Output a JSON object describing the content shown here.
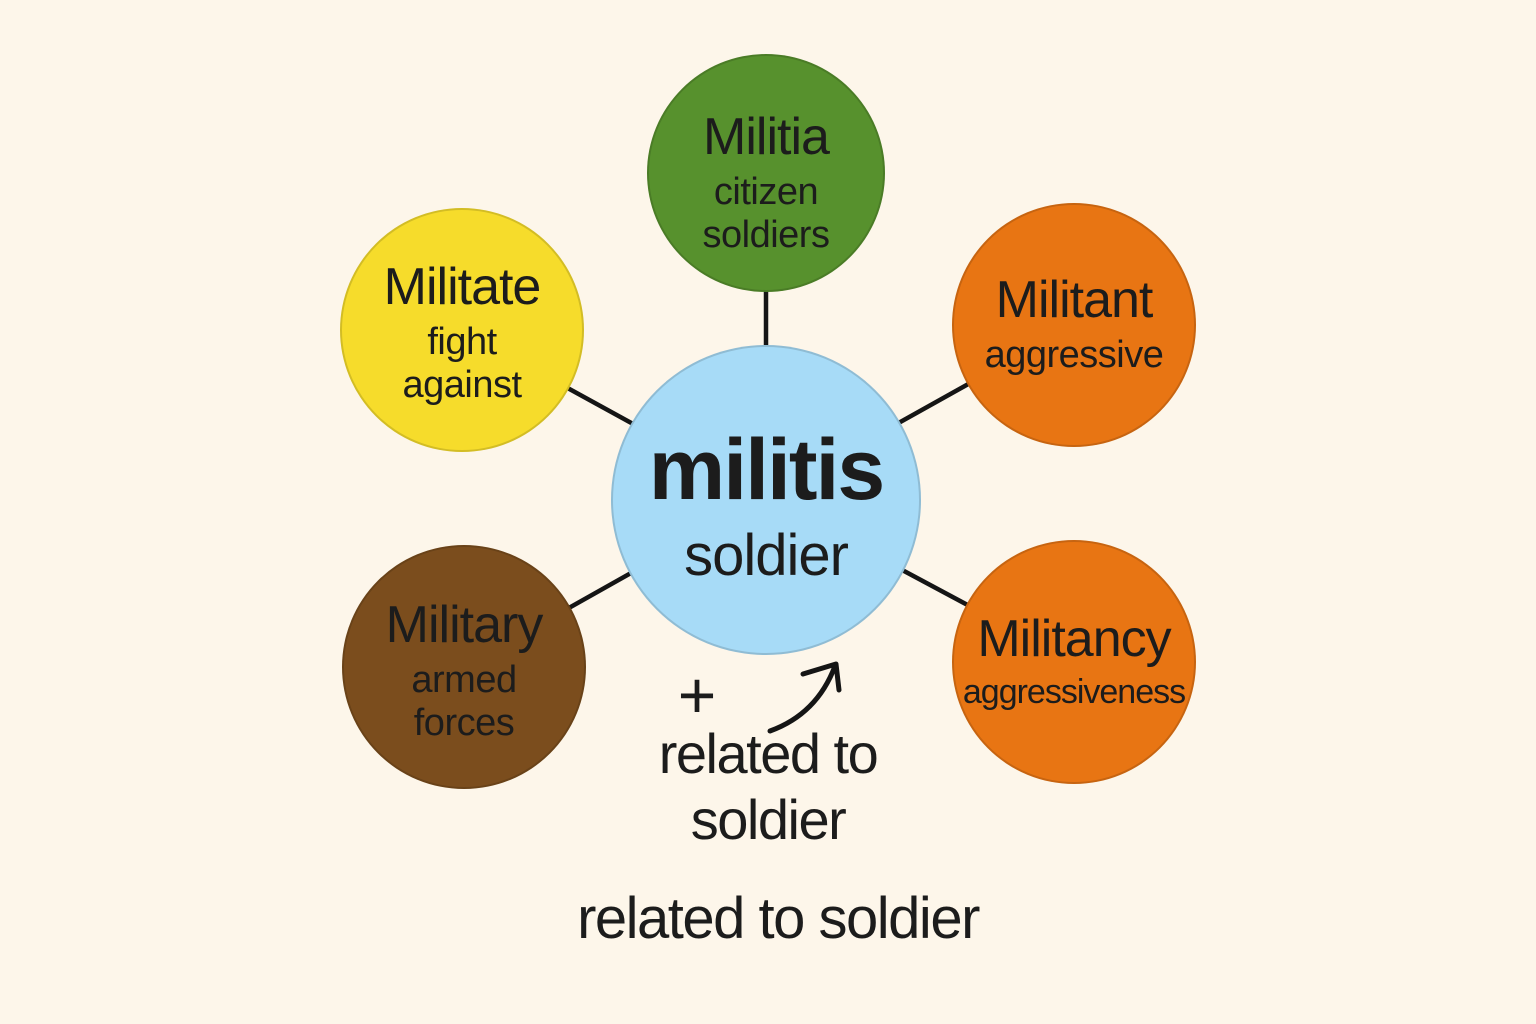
{
  "diagram": {
    "background_color": "#fdf6ea",
    "text_color": "#1c1c1c",
    "line_color": "#151515",
    "center_node": {
      "term": "militis",
      "meaning": "soldier",
      "color": "#a7dbf7"
    },
    "nodes": [
      {
        "term": "Militia",
        "meaning_line1": "citizen",
        "meaning_line2": "soldiers",
        "color": "#57912d"
      },
      {
        "term": "Militate",
        "meaning_line1": "fight",
        "meaning_line2": "against",
        "color": "#f6dc2b"
      },
      {
        "term": "Militant",
        "meaning_line1": "aggressive",
        "color": "#e87513"
      },
      {
        "term": "Military",
        "meaning_line1": "armed",
        "meaning_line2": "forces",
        "color": "#7b4d1d"
      },
      {
        "term": "Militancy",
        "meaning_line1": "aggressiveness",
        "color": "#e87513"
      }
    ],
    "annotation": {
      "plus_symbol": "+",
      "label_line1": "related to",
      "label_line2": "soldier"
    },
    "caption": "related to soldier"
  }
}
